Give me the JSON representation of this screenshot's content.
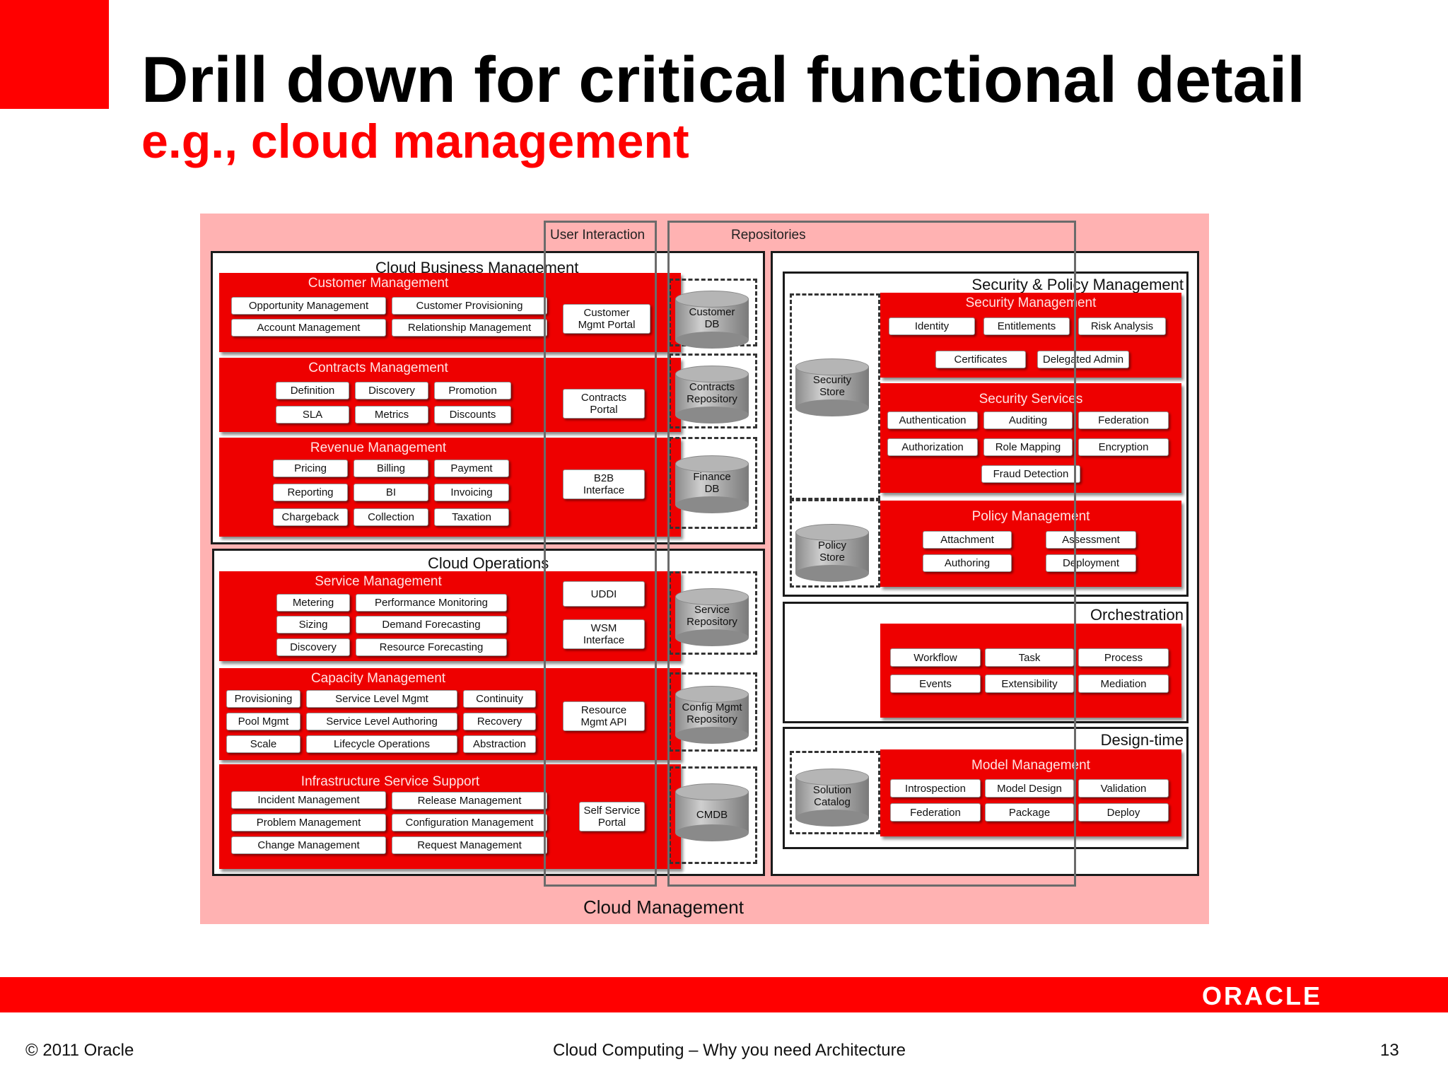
{
  "slide": {
    "title": "Drill down for critical functional detail",
    "subtitle": "e.g., cloud management",
    "footer_left": "© 2011 Oracle",
    "footer_center": "Cloud Computing – Why you need Architecture",
    "page_number": "13",
    "logo_text": "ORACLE",
    "colors": {
      "brand_red": "#ff0000",
      "diagram_bg": "#ffb2b2",
      "panel_red": "#ee0000"
    }
  },
  "diagram": {
    "outer_label": "Cloud Management",
    "user_interaction_label": "User Interaction",
    "repositories_label": "Repositories",
    "cbm": {
      "label": "Cloud Business Management",
      "customer": {
        "title": "Customer Management",
        "items": [
          "Opportunity Management",
          "Customer Provisioning",
          "Account Management",
          "Relationship Management"
        ],
        "ui": "Customer\nMgmt Portal",
        "repo": "Customer\nDB"
      },
      "contracts": {
        "title": "Contracts Management",
        "items": [
          "Definition",
          "Discovery",
          "Promotion",
          "SLA",
          "Metrics",
          "Discounts"
        ],
        "ui": "Contracts\nPortal",
        "repo": "Contracts\nRepository"
      },
      "revenue": {
        "title": "Revenue Management",
        "items": [
          "Pricing",
          "Billing",
          "Payment",
          "Reporting",
          "BI",
          "Invoicing",
          "Chargeback",
          "Collection",
          "Taxation"
        ],
        "ui": "B2B\nInterface",
        "repo": "Finance\nDB"
      }
    },
    "co": {
      "label": "Cloud Operations",
      "service": {
        "title": "Service Management",
        "items": [
          "Metering",
          "Performance Monitoring",
          "Sizing",
          "Demand Forecasting",
          "Discovery",
          "Resource Forecasting"
        ],
        "ui1": "UDDI",
        "ui2": "WSM\nInterface",
        "repo": "Service\nRepository"
      },
      "capacity": {
        "title": "Capacity Management",
        "items": [
          "Provisioning",
          "Service Level Mgmt",
          "Continuity",
          "Pool Mgmt",
          "Service Level Authoring",
          "Recovery",
          "Scale",
          "Lifecycle Operations",
          "Abstraction"
        ],
        "ui": "Resource\nMgmt API",
        "repo": "Config Mgmt\nRepository"
      },
      "infra": {
        "title": "Infrastructure Service Support",
        "items": [
          "Incident Management",
          "Release Management",
          "Problem Management",
          "Configuration Management",
          "Change Management",
          "Request Management"
        ],
        "ui": "Self Service\nPortal",
        "repo": "CMDB"
      }
    },
    "spm": {
      "label": "Security & Policy Management",
      "secmgmt": {
        "title": "Security Management",
        "items": [
          "Identity",
          "Entitlements",
          "Risk Analysis",
          "Certificates",
          "Delegated Admin"
        ]
      },
      "secsvc": {
        "title": "Security Services",
        "items": [
          "Authentication",
          "Auditing",
          "Federation",
          "Authorization",
          "Role Mapping",
          "Encryption",
          "Fraud Detection"
        ]
      },
      "policy": {
        "title": "Policy Management",
        "items": [
          "Attachment",
          "Assessment",
          "Authoring",
          "Deployment"
        ]
      },
      "repo1": "Security\nStore",
      "repo2": "Policy\nStore"
    },
    "orch": {
      "label": "Orchestration",
      "items": [
        "Workflow",
        "Task",
        "Process",
        "Events",
        "Extensibility",
        "Mediation"
      ]
    },
    "design": {
      "label": "Design-time",
      "title": "Model Management",
      "items": [
        "Introspection",
        "Model Design",
        "Validation",
        "Federation",
        "Package",
        "Deploy"
      ],
      "repo": "Solution\nCatalog"
    }
  }
}
